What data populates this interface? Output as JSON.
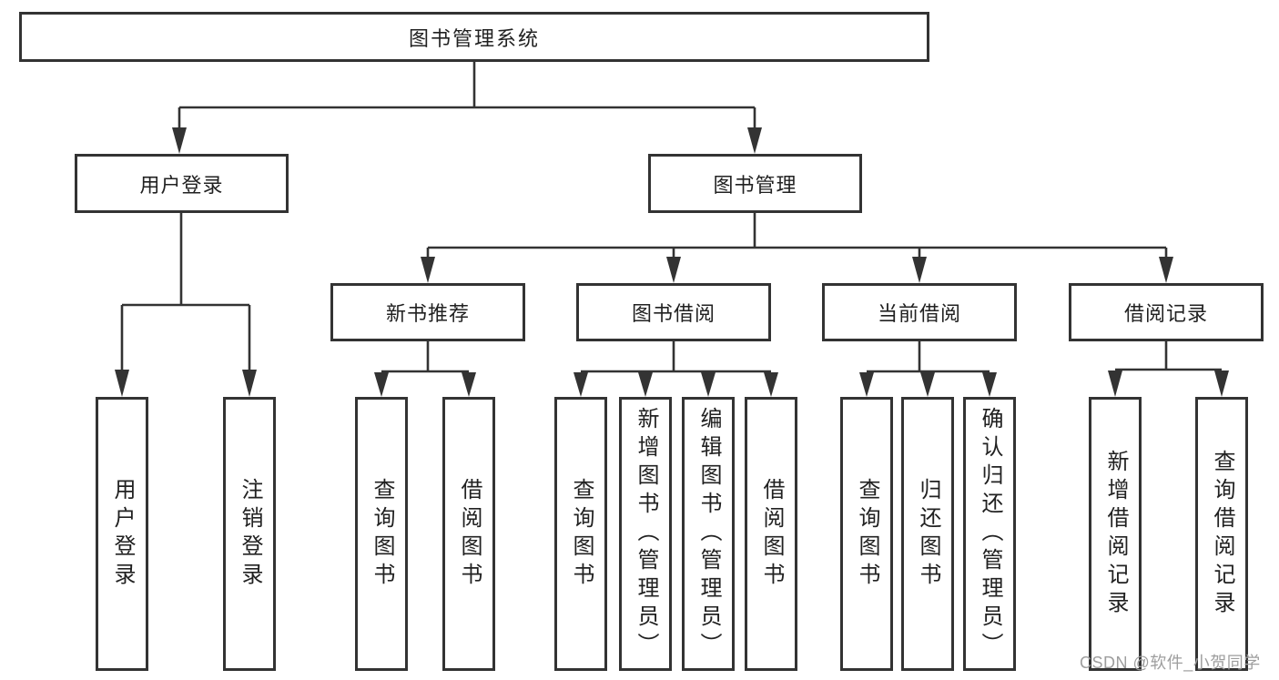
{
  "diagram": {
    "title": "图书管理系统",
    "root": {
      "label": "图书管理系统"
    },
    "branches": [
      {
        "label": "用户登录",
        "children": [
          {
            "label": "用户登录"
          },
          {
            "label": "注销登录"
          }
        ]
      },
      {
        "label": "图书管理",
        "children": [
          {
            "label": "新书推荐",
            "children": [
              {
                "label": "查询图书"
              },
              {
                "label": "借阅图书"
              }
            ]
          },
          {
            "label": "图书借阅",
            "children": [
              {
                "label": "查询图书"
              },
              {
                "label": "新增图书（管理员）"
              },
              {
                "label": "编辑图书（管理员）"
              },
              {
                "label": "借阅图书"
              }
            ]
          },
          {
            "label": "当前借阅",
            "children": [
              {
                "label": "查询图书"
              },
              {
                "label": "归还图书"
              },
              {
                "label": "确认归还（管理员）"
              }
            ]
          },
          {
            "label": "借阅记录",
            "children": [
              {
                "label": "新增借阅记录"
              },
              {
                "label": "查询借阅记录"
              }
            ]
          }
        ]
      }
    ]
  },
  "watermark": {
    "text": "CSDN @软件_小贺同学"
  },
  "colors": {
    "line": "#333333",
    "text": "#212121",
    "watermark": "#9e9e9e",
    "background": "#ffffff"
  }
}
